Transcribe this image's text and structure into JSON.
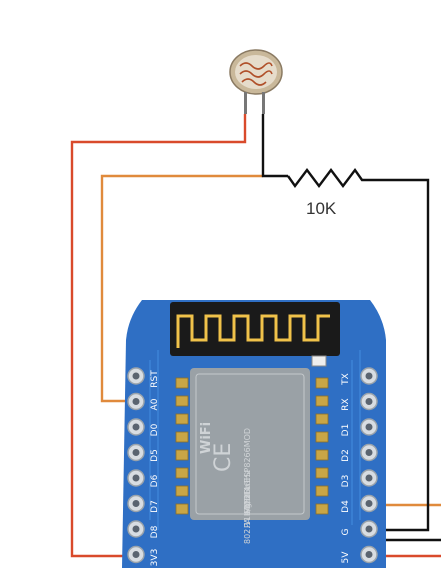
{
  "colors": {
    "wire_red": "#d94a2b",
    "wire_orange": "#e08a3c",
    "wire_black": "#111111",
    "board_blue": "#2f6fc4",
    "pcb_trace": "#3d84d8",
    "chip_shield": "#9aa1a6",
    "antenna_black": "#1a1a1a"
  },
  "resistor": {
    "label": "10K"
  },
  "board": {
    "left_pins": [
      "RST",
      "A0",
      "D0",
      "D5",
      "D6",
      "D7",
      "D8",
      "3V3"
    ],
    "right_pins": [
      "TX",
      "RX",
      "D1",
      "D2",
      "D3",
      "D4",
      "G",
      "5V"
    ],
    "module": {
      "brand": "WiFi",
      "model_line": "MODEL ESP8266MOD",
      "cert_line": "ISM 2.4GHz",
      "power_line": "PA +25dBm",
      "standard_line": "802.11b/g/n",
      "ce_mark": "CE"
    }
  }
}
